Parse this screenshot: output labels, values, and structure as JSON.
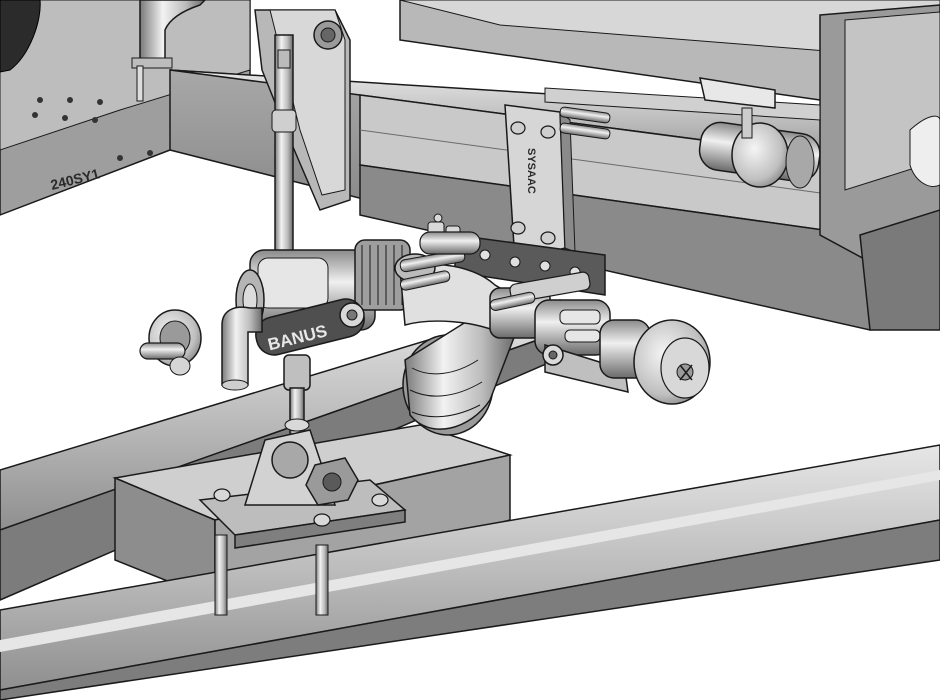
{
  "image": {
    "kind": "cad-render-grayscale",
    "palette": {
      "steel_light": "#d9d9d9",
      "steel_mid": "#b3b3b3",
      "steel_dark": "#7d7d7d",
      "shadow": "#4a4a4a",
      "edge": "#1a1a1a",
      "background": "#ffffff"
    },
    "engraved_text": {
      "frame_marking": "240SY1",
      "bracket_marking": "SYSAAC",
      "pump_logo": "BANUS"
    }
  }
}
